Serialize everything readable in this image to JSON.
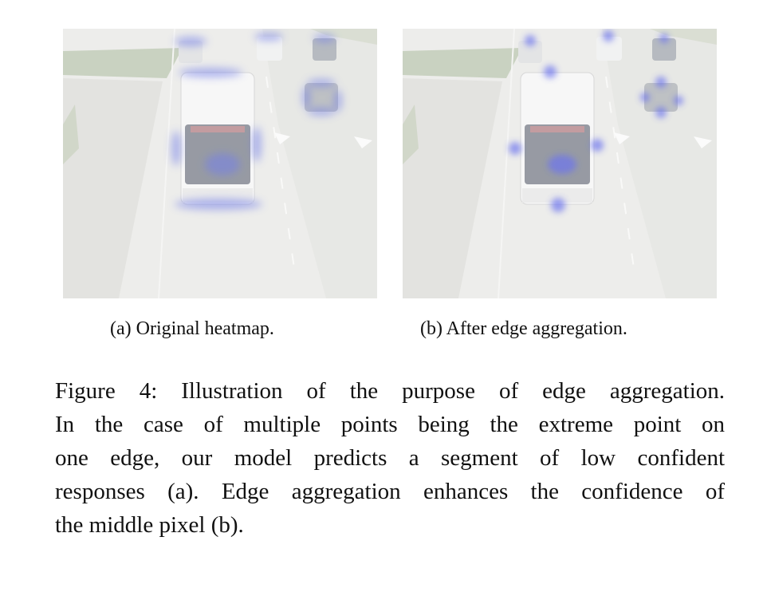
{
  "figure": {
    "subfigures": [
      {
        "id": "a",
        "caption": "(a) Original heatmap.",
        "image_alt": "Traffic scene with bus and cars overlaid with blue extreme-point heatmap responses"
      },
      {
        "id": "b",
        "caption": "(b) After edge aggregation.",
        "image_alt": "Same traffic scene with blue heatmap responses concentrated after edge aggregation"
      }
    ],
    "caption_lines": [
      "Figure 4: Illustration of the purpose of edge aggregation.",
      "In the case of multiple points being the extreme point on",
      "one edge, our model predicts a segment of low confident",
      "responses (a). Edge aggregation enhances the confidence of",
      "the middle pixel (b)."
    ]
  },
  "colors": {
    "road": "#e4e4e0",
    "grass": "#a8b898",
    "heat": "#3f4fe0",
    "bus_body": "#f4f4f4",
    "bus_dark": "#6a6f7a"
  }
}
